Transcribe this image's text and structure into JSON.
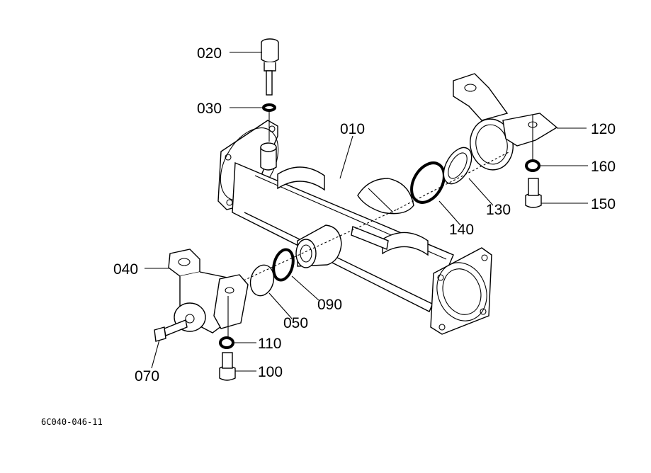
{
  "diagram": {
    "part_labels": [
      {
        "id": "020",
        "text": "020"
      },
      {
        "id": "030",
        "text": "030"
      },
      {
        "id": "010",
        "text": "010"
      },
      {
        "id": "120",
        "text": "120"
      },
      {
        "id": "160",
        "text": "160"
      },
      {
        "id": "150",
        "text": "150"
      },
      {
        "id": "130",
        "text": "130"
      },
      {
        "id": "140",
        "text": "140"
      },
      {
        "id": "040",
        "text": "040"
      },
      {
        "id": "090",
        "text": "090"
      },
      {
        "id": "050",
        "text": "050"
      },
      {
        "id": "110",
        "text": "110"
      },
      {
        "id": "070",
        "text": "070"
      },
      {
        "id": "100",
        "text": "100"
      }
    ],
    "drawing_code": "6C040-046-11"
  }
}
